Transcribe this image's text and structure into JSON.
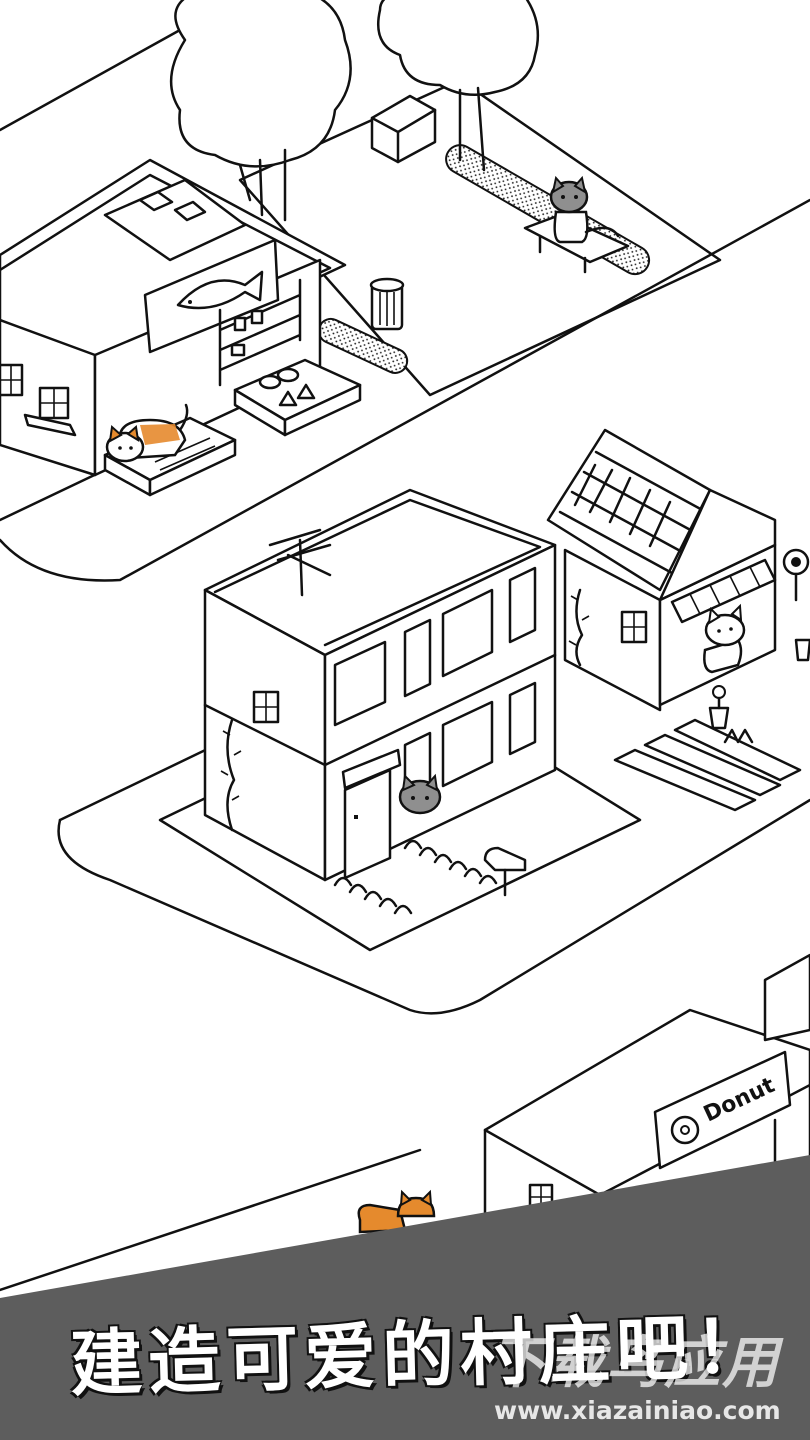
{
  "caption": "建造可爱的村庄吧！",
  "watermark": {
    "brand": "下载鸟应用",
    "url": "www.xiazainiao.com"
  },
  "signs": {
    "shop_sign": "Donut"
  },
  "colors": {
    "line": "#111111",
    "background": "#ffffff",
    "banner": "#5d5d5d",
    "orange_cat": "#e58a2d",
    "gray_cat": "#8f8f8f"
  },
  "icons": [
    "fish-sign-icon",
    "sunflower-icon",
    "potted-flower-icon",
    "mailbox-icon",
    "donut-icon",
    "tv-antenna-icon"
  ]
}
